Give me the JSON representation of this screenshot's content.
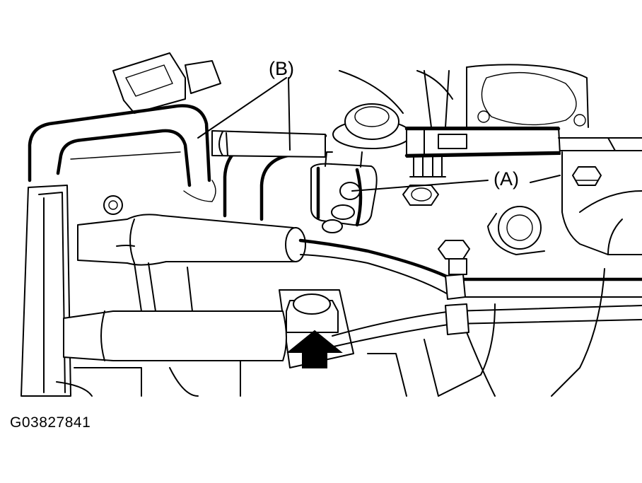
{
  "diagram": {
    "callouts": {
      "b": "(B)",
      "a": "(A)"
    },
    "figure_id": "G03827841",
    "colors": {
      "ink": "#000000",
      "paper": "#ffffff"
    },
    "arrow_icon": "upward-block-arrow"
  }
}
